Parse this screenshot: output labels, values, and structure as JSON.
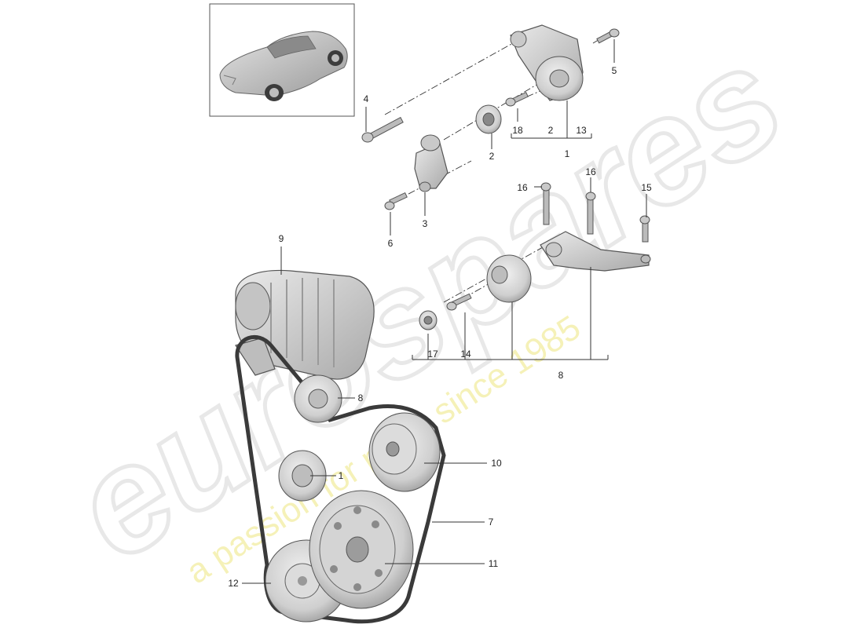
{
  "watermark": {
    "brand": "eurospares",
    "tagline": "a passion for parts since 1985"
  },
  "thumbnail": {
    "icon": "sports-car-thumbnail-icon"
  },
  "callouts": {
    "c1_top": "1",
    "c2_washer": "2",
    "c2_group": "2",
    "c13": "13",
    "c18": "18",
    "c5": "5",
    "c4": "4",
    "c3": "3",
    "c6": "6",
    "c9": "9",
    "c16_left": "16",
    "c16_right": "16",
    "c15": "15",
    "c17": "17",
    "c14": "14",
    "c8_group": "8",
    "c8_pulley": "8",
    "c10": "10",
    "c1_pulley": "1",
    "c7": "7",
    "c11": "11",
    "c12": "12"
  },
  "colors": {
    "part_fill": "#d6d6d6",
    "part_dark": "#a8a8a8",
    "belt": "#3a3a3a",
    "watermark_brand": "#e8e8e8",
    "watermark_tag": "#f5f1b8"
  }
}
